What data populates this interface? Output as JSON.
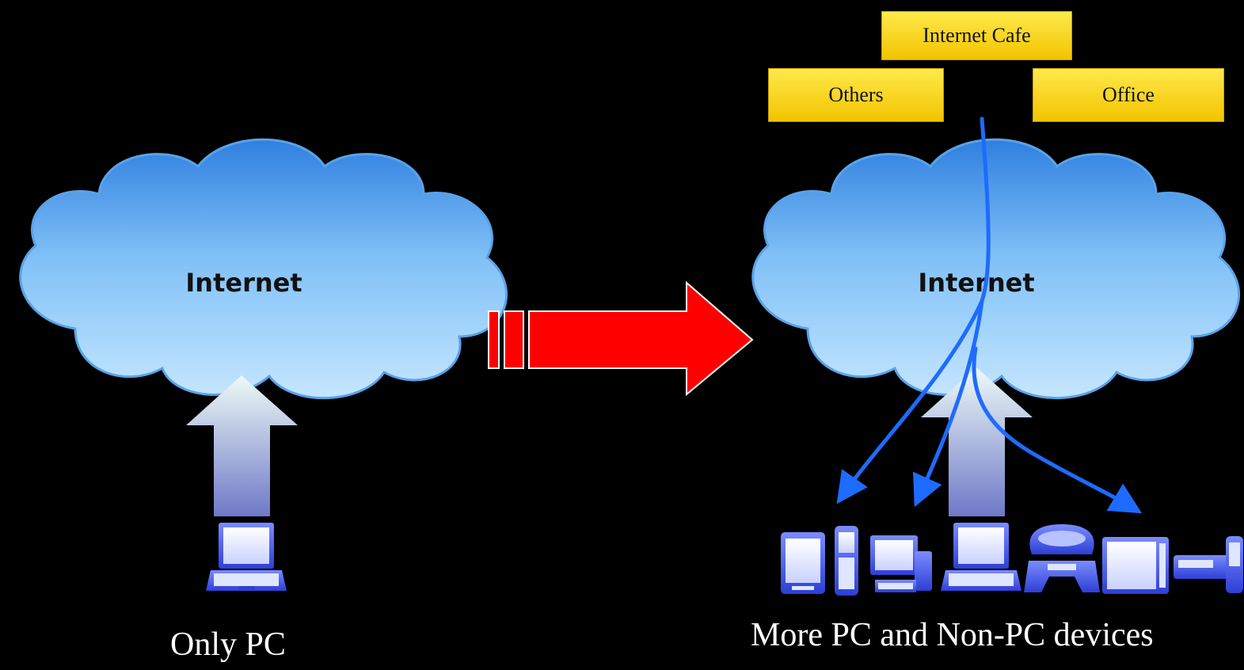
{
  "left_panel": {
    "cloud_label": "Internet",
    "caption": "Only PC"
  },
  "right_panel": {
    "cloud_label": "Internet",
    "caption": "More PC and Non-PC devices",
    "sources": {
      "internet_cafe": "Internet Cafe",
      "others": "Others",
      "office": "Office"
    },
    "devices": [
      "tablet-icon",
      "mobile-phone-icon",
      "desktop-pc-icon",
      "laptop-icon",
      "game-console-icon",
      "tv-icon",
      "set-top-box-icon"
    ]
  },
  "colors": {
    "background": "#000000",
    "transition_arrow": "#ff0000",
    "flow_lines": "#1e6bff",
    "source_box": "#ffd400"
  }
}
